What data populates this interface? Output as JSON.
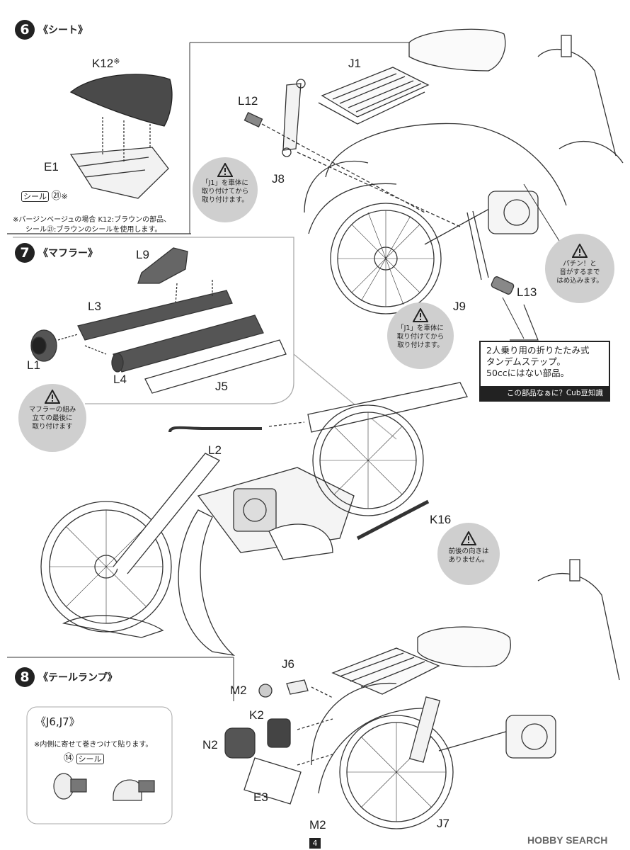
{
  "steps": [
    {
      "number": "6",
      "title": "《シート》"
    },
    {
      "number": "7",
      "title": "《マフラー》"
    },
    {
      "number": "8",
      "title": "《テールランプ》"
    }
  ],
  "step6": {
    "parts": {
      "k12": "K12",
      "asterisk": "※",
      "e1": "E1",
      "j1": "J1",
      "l12": "L12",
      "j8": "J8"
    },
    "seal": {
      "label": "シール",
      "number": "㉑",
      "mark": "※"
    },
    "footnote_line1": "※バージンベージュの場合  K12:ブラウンの部品、",
    "footnote_line2": "シール㉑:ブラウンのシールを使用します。",
    "warning_j1": [
      "「J1」を車体に",
      "取り付けてから",
      "取り付けます。"
    ],
    "warning_snap": [
      "パチン！と",
      "音がするまで",
      "はめ込みます。"
    ]
  },
  "step7": {
    "parts": {
      "l9": "L9",
      "l3": "L3",
      "l1": "L1",
      "l4": "L4",
      "j5": "J5",
      "l2": "L2",
      "j9": "J9",
      "l13": "L13",
      "k16": "K16"
    },
    "warning_muffler": [
      "マフラーの組み",
      "立ての最後に",
      "取り付けます"
    ],
    "warning_j1": [
      "「J1」を車体に",
      "取り付けてから",
      "取り付けます。"
    ],
    "warning_direction": [
      "前後の向きは",
      "ありません。"
    ],
    "callout_lines": [
      "2人乗り用の折りたたみ式",
      "タンデムステップ。",
      "50ccにはない部品。"
    ],
    "callout_footer": "この部品なぁに？Cub豆知識"
  },
  "step8": {
    "parts": {
      "j6": "J6",
      "m2a": "M2",
      "k2": "K2",
      "n2": "N2",
      "e3": "E3",
      "m2b": "M2",
      "j7": "J7"
    },
    "sub_title": "《J6,J7》",
    "sub_note": "※内側に寄せて巻きつけて貼ります。",
    "sub_seal_number": "⑭",
    "sub_seal_label": "シール"
  },
  "page_number": "4",
  "watermark": "HOBBY SEARCH",
  "colors": {
    "ink": "#222222",
    "warning_bg": "#cfcfcf",
    "seat": "#4a4a4a",
    "part_dark": "#555555"
  }
}
